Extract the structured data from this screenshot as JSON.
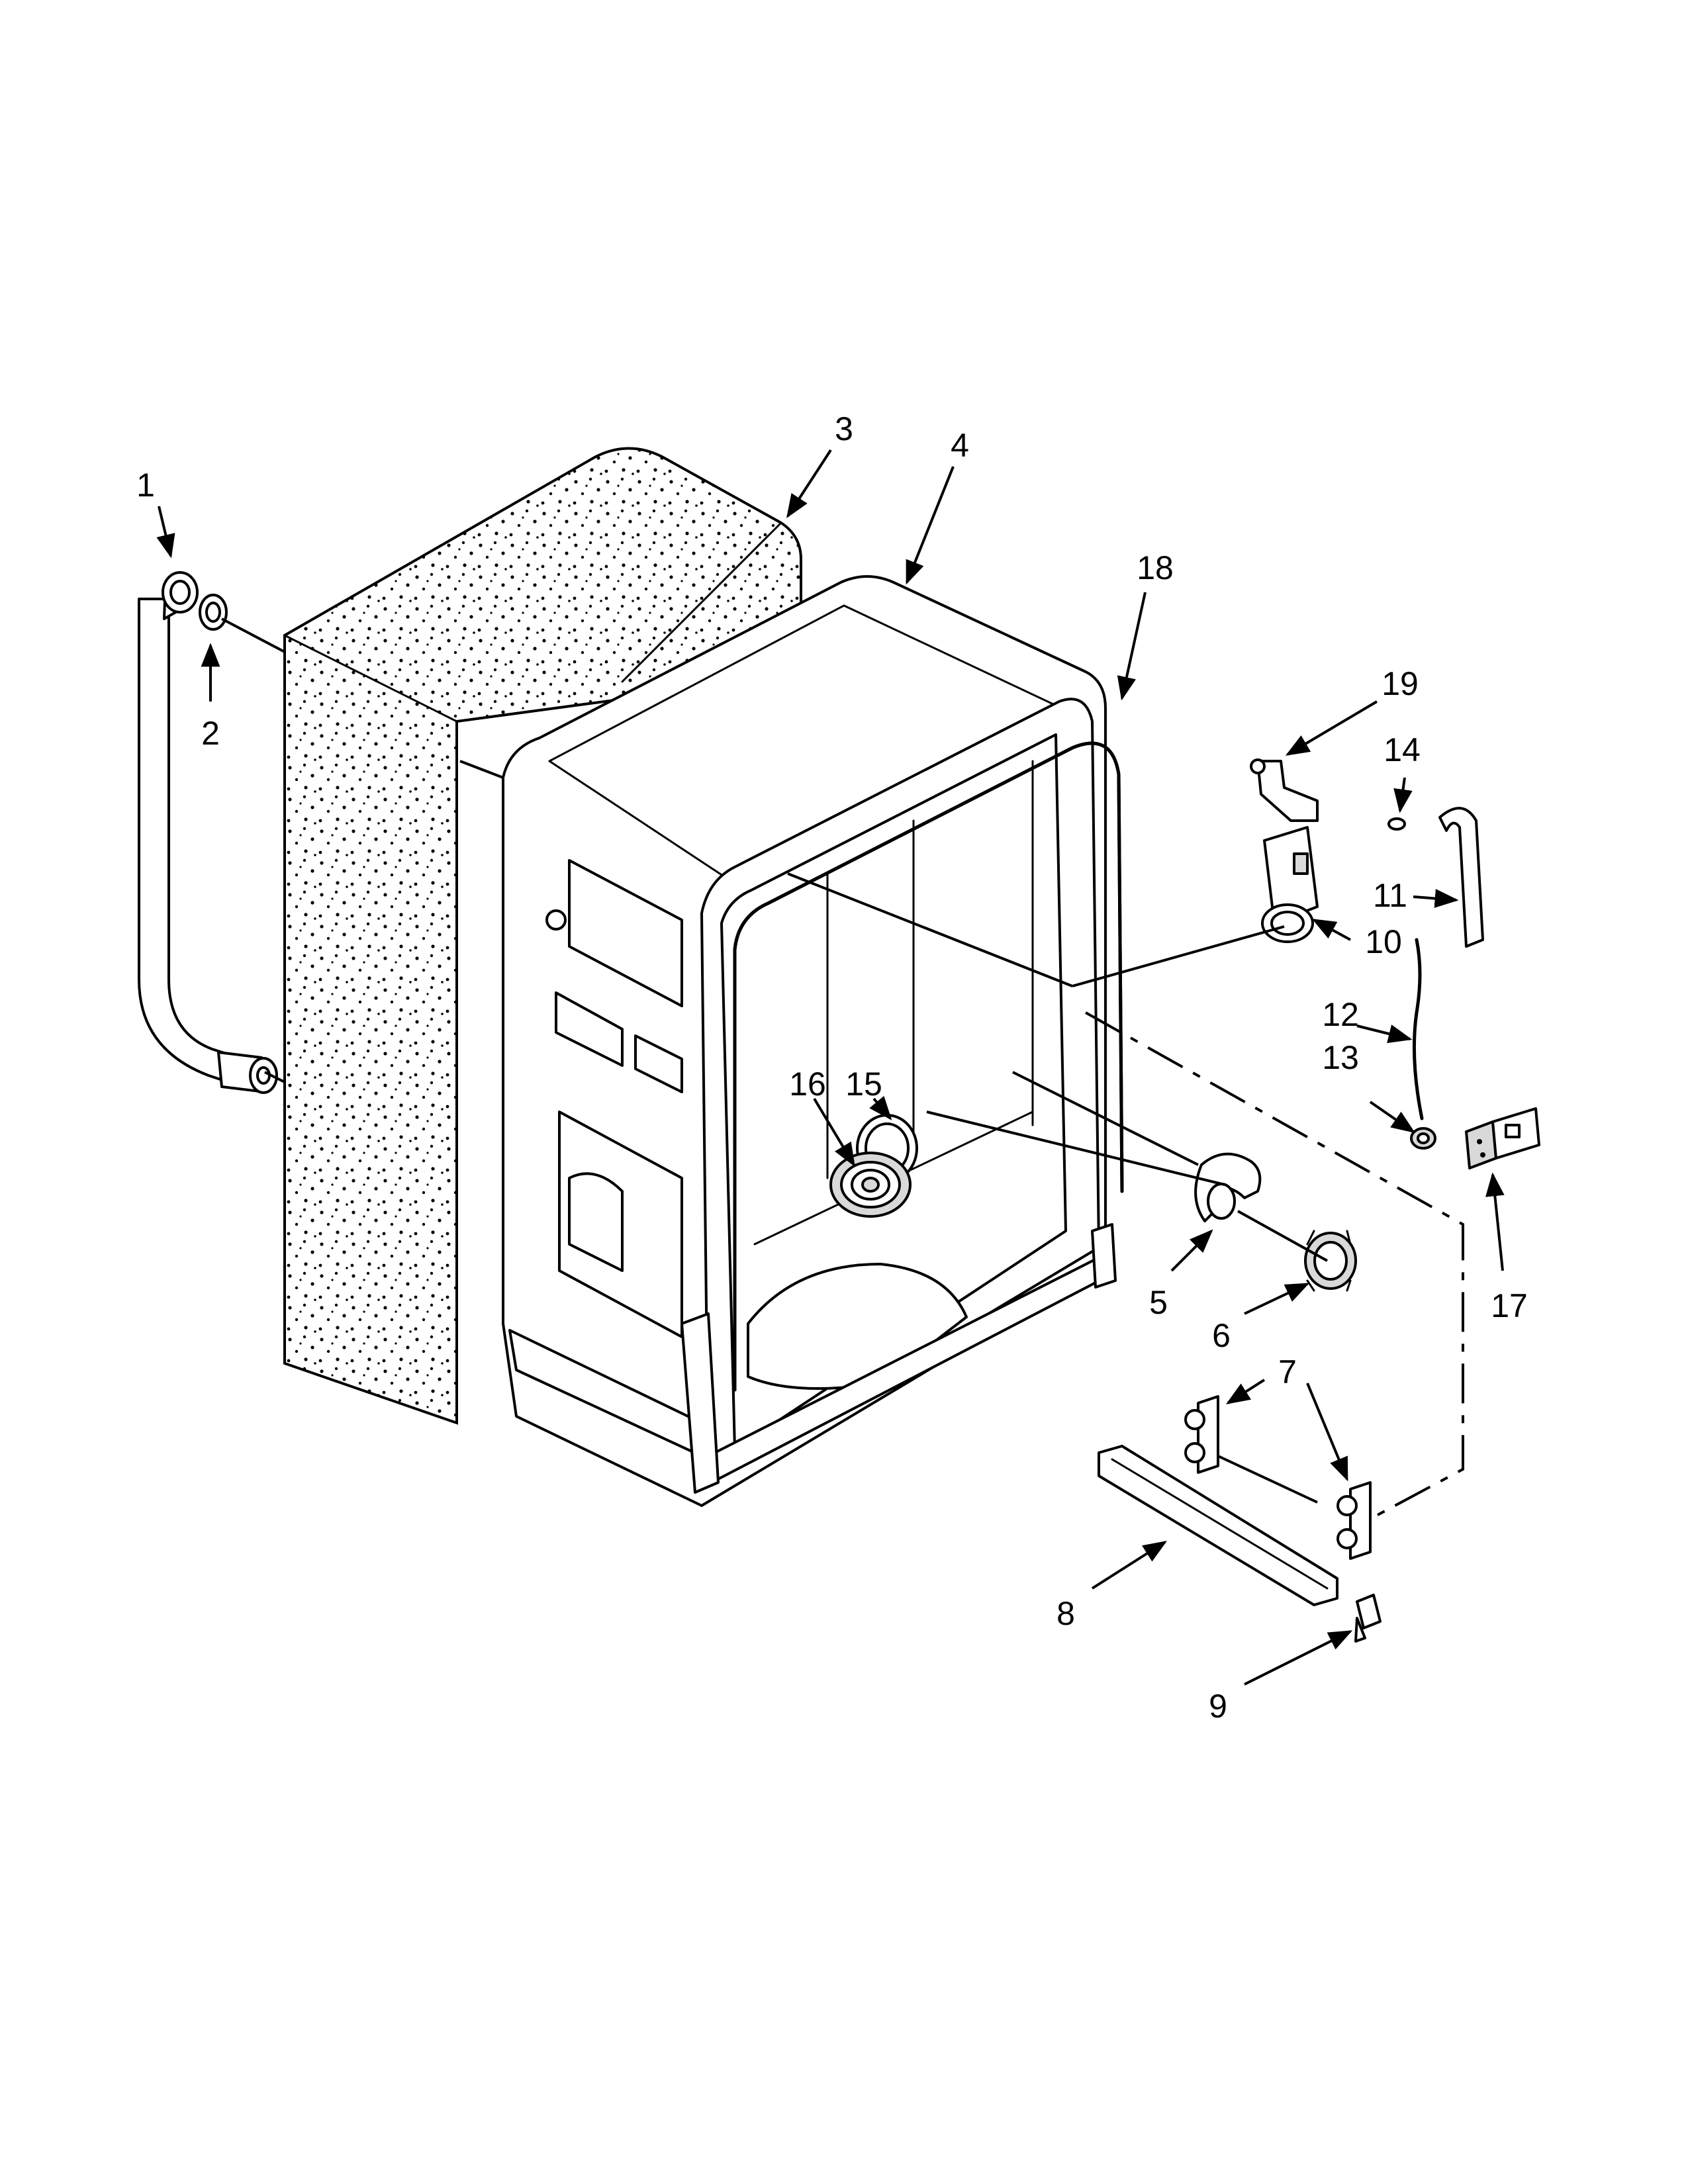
{
  "diagram": {
    "callouts": [
      {
        "id": "1",
        "label": "1"
      },
      {
        "id": "2",
        "label": "2"
      },
      {
        "id": "3",
        "label": "3"
      },
      {
        "id": "4",
        "label": "4"
      },
      {
        "id": "5",
        "label": "5"
      },
      {
        "id": "6",
        "label": "6"
      },
      {
        "id": "7",
        "label": "7"
      },
      {
        "id": "8",
        "label": "8"
      },
      {
        "id": "9",
        "label": "9"
      },
      {
        "id": "10",
        "label": "10"
      },
      {
        "id": "11",
        "label": "11"
      },
      {
        "id": "12",
        "label": "12"
      },
      {
        "id": "13",
        "label": "13"
      },
      {
        "id": "14",
        "label": "14"
      },
      {
        "id": "15",
        "label": "15"
      },
      {
        "id": "16",
        "label": "16"
      },
      {
        "id": "17",
        "label": "17"
      },
      {
        "id": "18",
        "label": "18"
      },
      {
        "id": "19",
        "label": "19"
      }
    ],
    "icons": [
      "arrowhead-icon"
    ]
  }
}
